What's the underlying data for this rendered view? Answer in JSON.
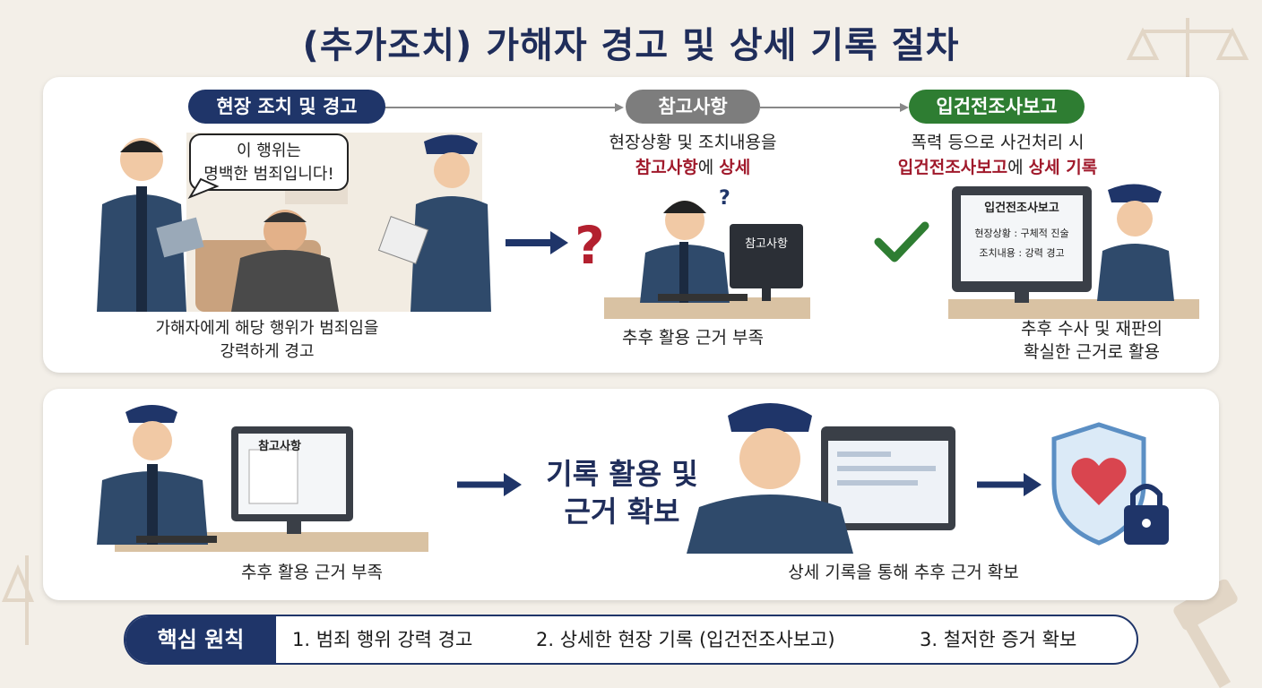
{
  "title": "(추가조치) 가해자 경고 및 상세 기록 절차",
  "colors": {
    "navy": "#1f3569",
    "gray": "#7d7d7d",
    "green": "#2e7d32",
    "red": "#a0192b",
    "background": "#f3efe8"
  },
  "steps": [
    {
      "label": "현장 조치 및 경고",
      "speech_bubble_line1": "이 행위는",
      "speech_bubble_line2": "명백한 범죄입니다!",
      "caption_line1": "가해자에게 해당 행위가 범죄임을",
      "caption_line2": "강력하게 경고",
      "icon": "police-warning-scene"
    },
    {
      "label": "참고사항",
      "desc_line1": "현장상황 및 조치내용을",
      "desc_red": "참고사항",
      "desc_mid": "에 ",
      "desc_red2": "상세",
      "screen_text": "참고사항",
      "caption": "추후 활용 근거 부족",
      "icon": "question-mark-icon"
    },
    {
      "label": "입건전조사보고",
      "desc_line1": "폭력 등으로 사건처리 시",
      "desc_red": "입건전조사보고",
      "desc_mid": "에 ",
      "desc_red2": "상세 기록",
      "screen_title": "입건전조사보고",
      "screen_row1": "현장상황 : 구체적 진술",
      "screen_row2": "조치내용 : 강력 경고",
      "caption_line1": "추후 수사 및 재판의",
      "caption_line2": "확실한 근거로 활용",
      "icon": "check-mark-icon"
    }
  ],
  "row2": {
    "left_screen_text": "참고사항",
    "left_caption": "추후 활용 근거 부족",
    "center_line1": "기록 활용 및",
    "center_line2": "근거 확보",
    "right_caption": "상세 기록을 통해 추후 근거 확보",
    "icon": "shield-heart-lock-icon"
  },
  "principles": {
    "label": "핵심 원칙",
    "items": [
      "1. 범죄 행위 강력 경고",
      "2. 상세한 현장 기록 (입건전조사보고)",
      "3. 철저한 증거 확보"
    ]
  }
}
